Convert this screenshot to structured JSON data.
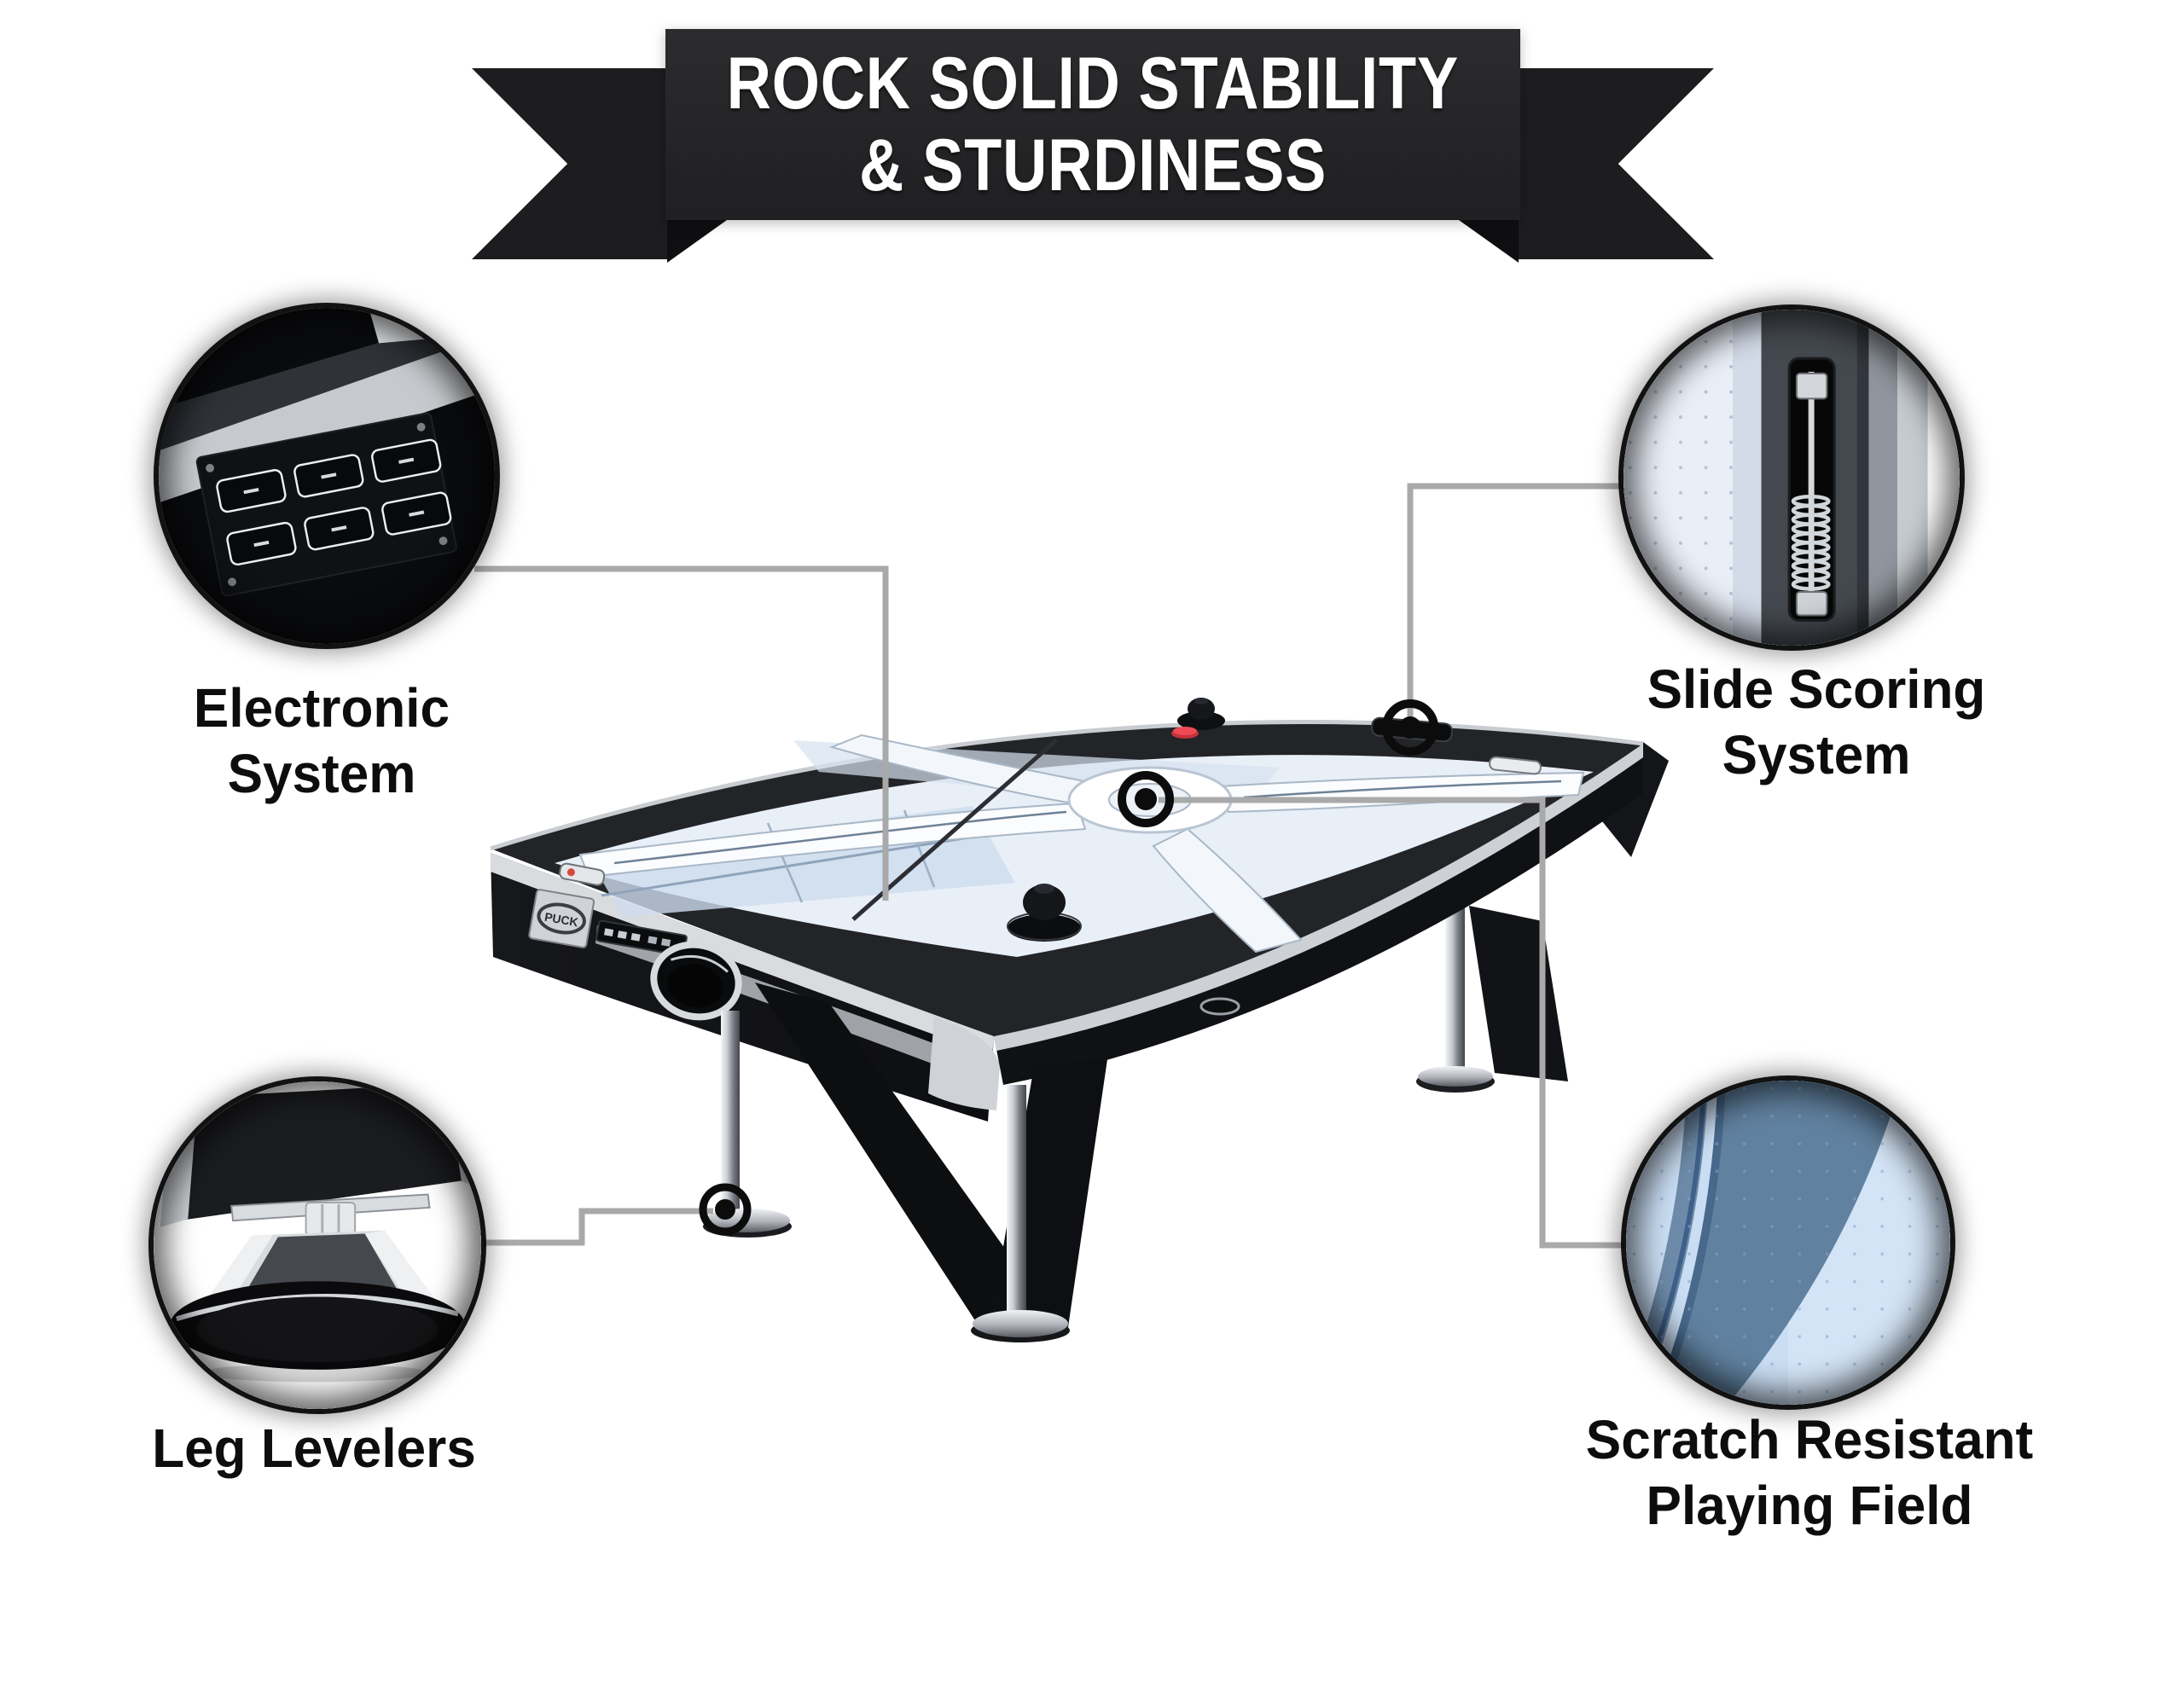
{
  "banner": {
    "line1": "ROCK SOLID STABILITY",
    "line2": "& STURDINESS"
  },
  "callouts": [
    {
      "id": "electronic-system",
      "line1": "Electronic",
      "line2": "System"
    },
    {
      "id": "slide-scoring",
      "line1": "Slide Scoring",
      "line2": "System"
    },
    {
      "id": "leg-levelers",
      "line1": "Leg Levelers",
      "line2": ""
    },
    {
      "id": "scratch-resistant",
      "line1": "Scratch Resistant",
      "line2": "Playing Field"
    }
  ],
  "table": {
    "brand": "PUCK"
  },
  "colors": {
    "banner_bg": "#242426",
    "ribbon_tail": "#1d1d1f",
    "label_text": "#0d0d0d",
    "connector_line": "#a9a9a9",
    "marker": "#0c0c0c",
    "table_black": "#1b1c20",
    "silver_edge": "#c9ccd0",
    "playfield": "#e9eff7",
    "puck_red": "#e8404b",
    "field_blue": "#cfe1f4",
    "field_band_blue": "#5f81a4"
  }
}
